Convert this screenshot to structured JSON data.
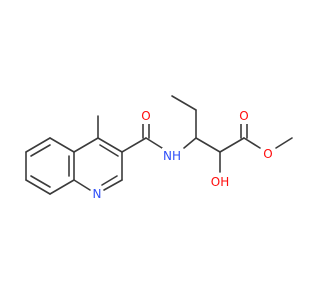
{
  "molecule": {
    "atoms": [
      {
        "id": "oxygen-carbonyl-amide",
        "label": "O",
        "color": "#ff0d0d"
      },
      {
        "id": "nitrogen-amide",
        "label": "NH",
        "color": "#3050f8"
      },
      {
        "id": "nitrogen-quinoline",
        "label": "N",
        "color": "#3050f8"
      },
      {
        "id": "oxygen-ester-carbonyl",
        "label": "O",
        "color": "#ff0d0d"
      },
      {
        "id": "oxygen-ester-methoxy",
        "label": "O",
        "color": "#ff0d0d"
      },
      {
        "id": "hydroxyl-group",
        "label": "OH",
        "color": "#ff0d0d"
      }
    ]
  }
}
